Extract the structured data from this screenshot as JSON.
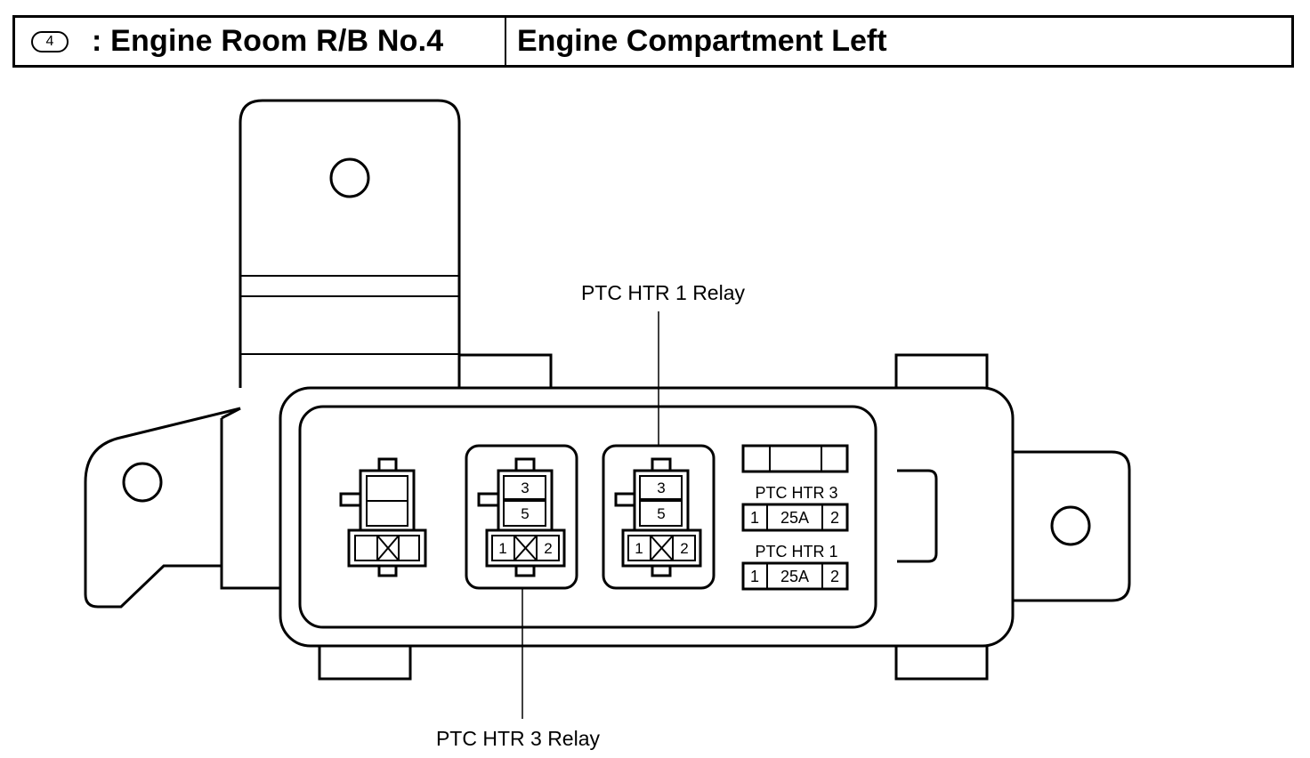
{
  "header": {
    "badge_number": "4",
    "location_code": ": Engine Room R/B No.4",
    "location_name": "Engine Compartment Left"
  },
  "callouts": {
    "relay_top": "PTC HTR 1 Relay",
    "relay_bottom": "PTC HTR 3 Relay"
  },
  "relay_pins": {
    "top_pin": "3",
    "middle_pin": "5",
    "left_pin": "1",
    "right_pin": "2"
  },
  "fuses": [
    {
      "name": "PTC HTR 3",
      "left_pin": "1",
      "rating": "25A",
      "right_pin": "2"
    },
    {
      "name": "PTC HTR 1",
      "left_pin": "1",
      "rating": "25A",
      "right_pin": "2"
    }
  ]
}
